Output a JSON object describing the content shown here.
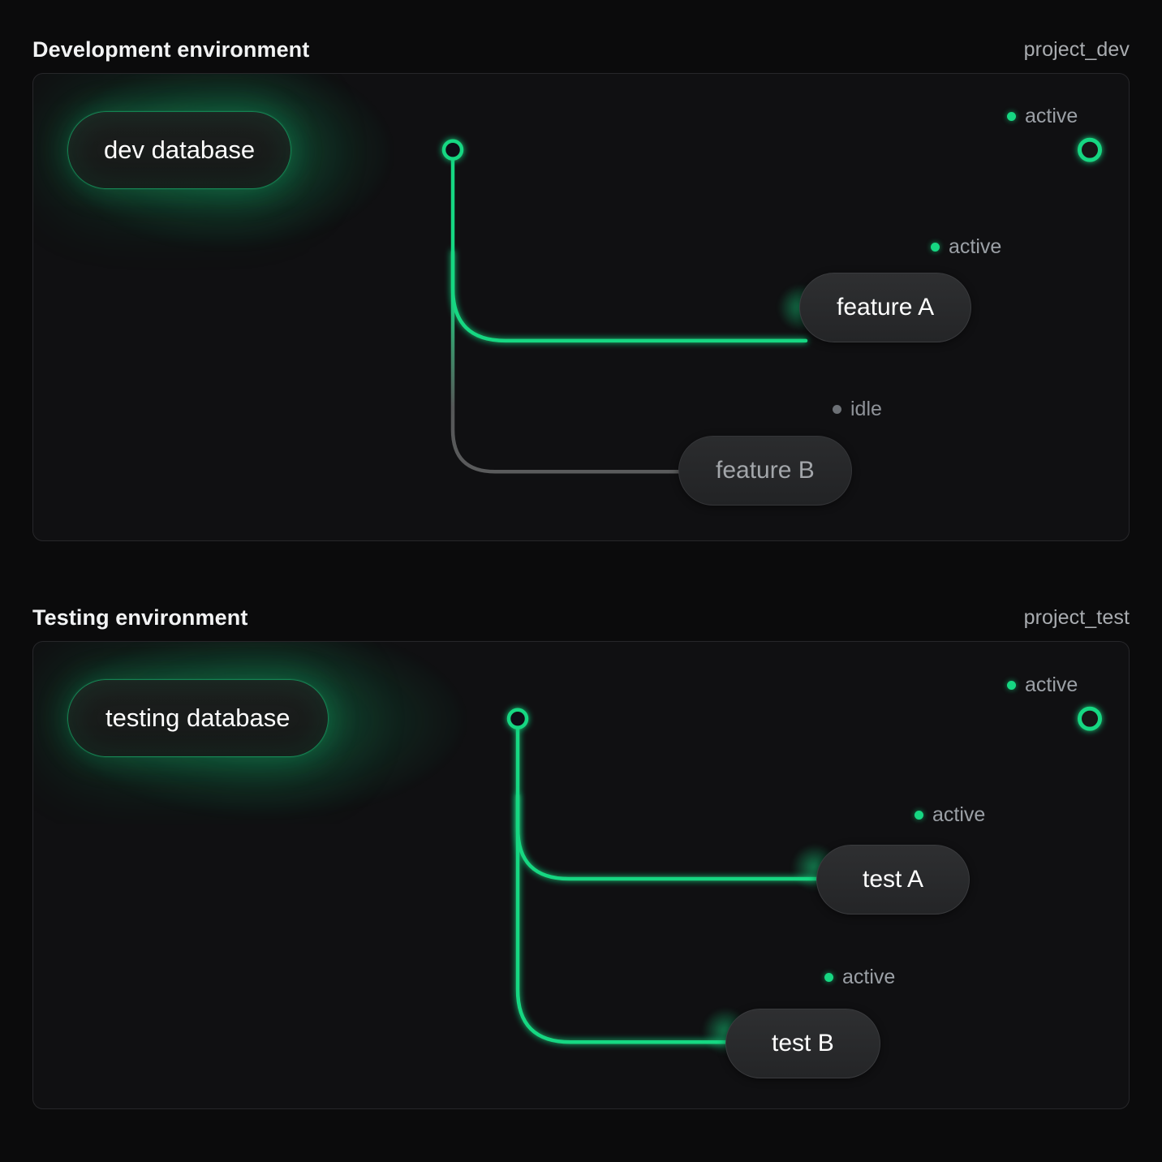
{
  "theme": {
    "background": "#0b0b0c",
    "panel_background": "#101012",
    "panel_border": "#27272a",
    "accent_green": "#16d782",
    "idle_gray": "#6c7075",
    "text_primary": "#ffffff",
    "text_muted": "#9ba0a6"
  },
  "sections": [
    {
      "id": "development",
      "title": "Development environment",
      "project": "project_dev",
      "source": {
        "label": "dev database",
        "status": "active"
      },
      "trunk_endpoint": {
        "status": "active",
        "status_label": "active"
      },
      "branches": [
        {
          "label": "feature A",
          "status": "active",
          "status_label": "active"
        },
        {
          "label": "feature B",
          "status": "idle",
          "status_label": "idle"
        }
      ]
    },
    {
      "id": "testing",
      "title": "Testing environment",
      "project": "project_test",
      "source": {
        "label": "testing database",
        "status": "active"
      },
      "trunk_endpoint": {
        "status": "active",
        "status_label": "active"
      },
      "branches": [
        {
          "label": "test A",
          "status": "active",
          "status_label": "active"
        },
        {
          "label": "test B",
          "status": "active",
          "status_label": "active"
        }
      ]
    }
  ]
}
